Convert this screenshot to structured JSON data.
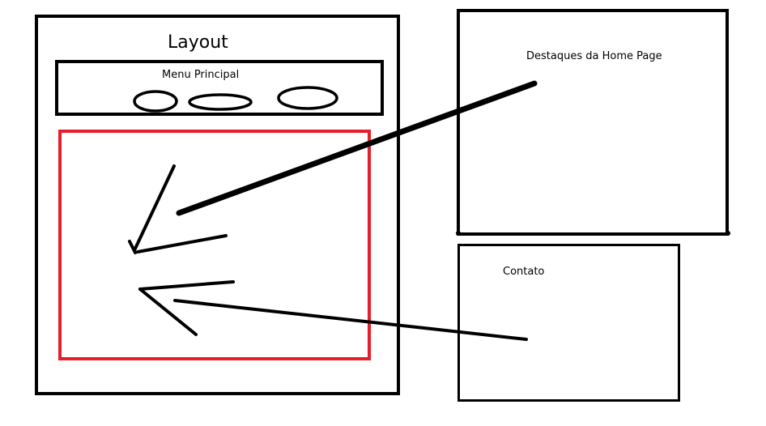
{
  "layout": {
    "title": "Layout",
    "menu_label": "Menu Principal"
  },
  "highlights": {
    "label": "Destaques da Home Page"
  },
  "contact": {
    "label": "Contato"
  },
  "colors": {
    "content_border": "#e5202a",
    "lines": "#000000"
  }
}
